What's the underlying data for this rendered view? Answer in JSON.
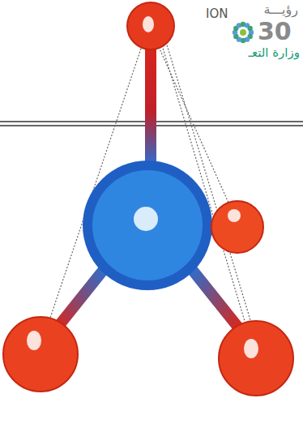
{
  "diagram": {
    "labels": [
      "رؤيـــة",
      "ION",
      "30",
      "وزارة التعـ"
    ]
  }
}
